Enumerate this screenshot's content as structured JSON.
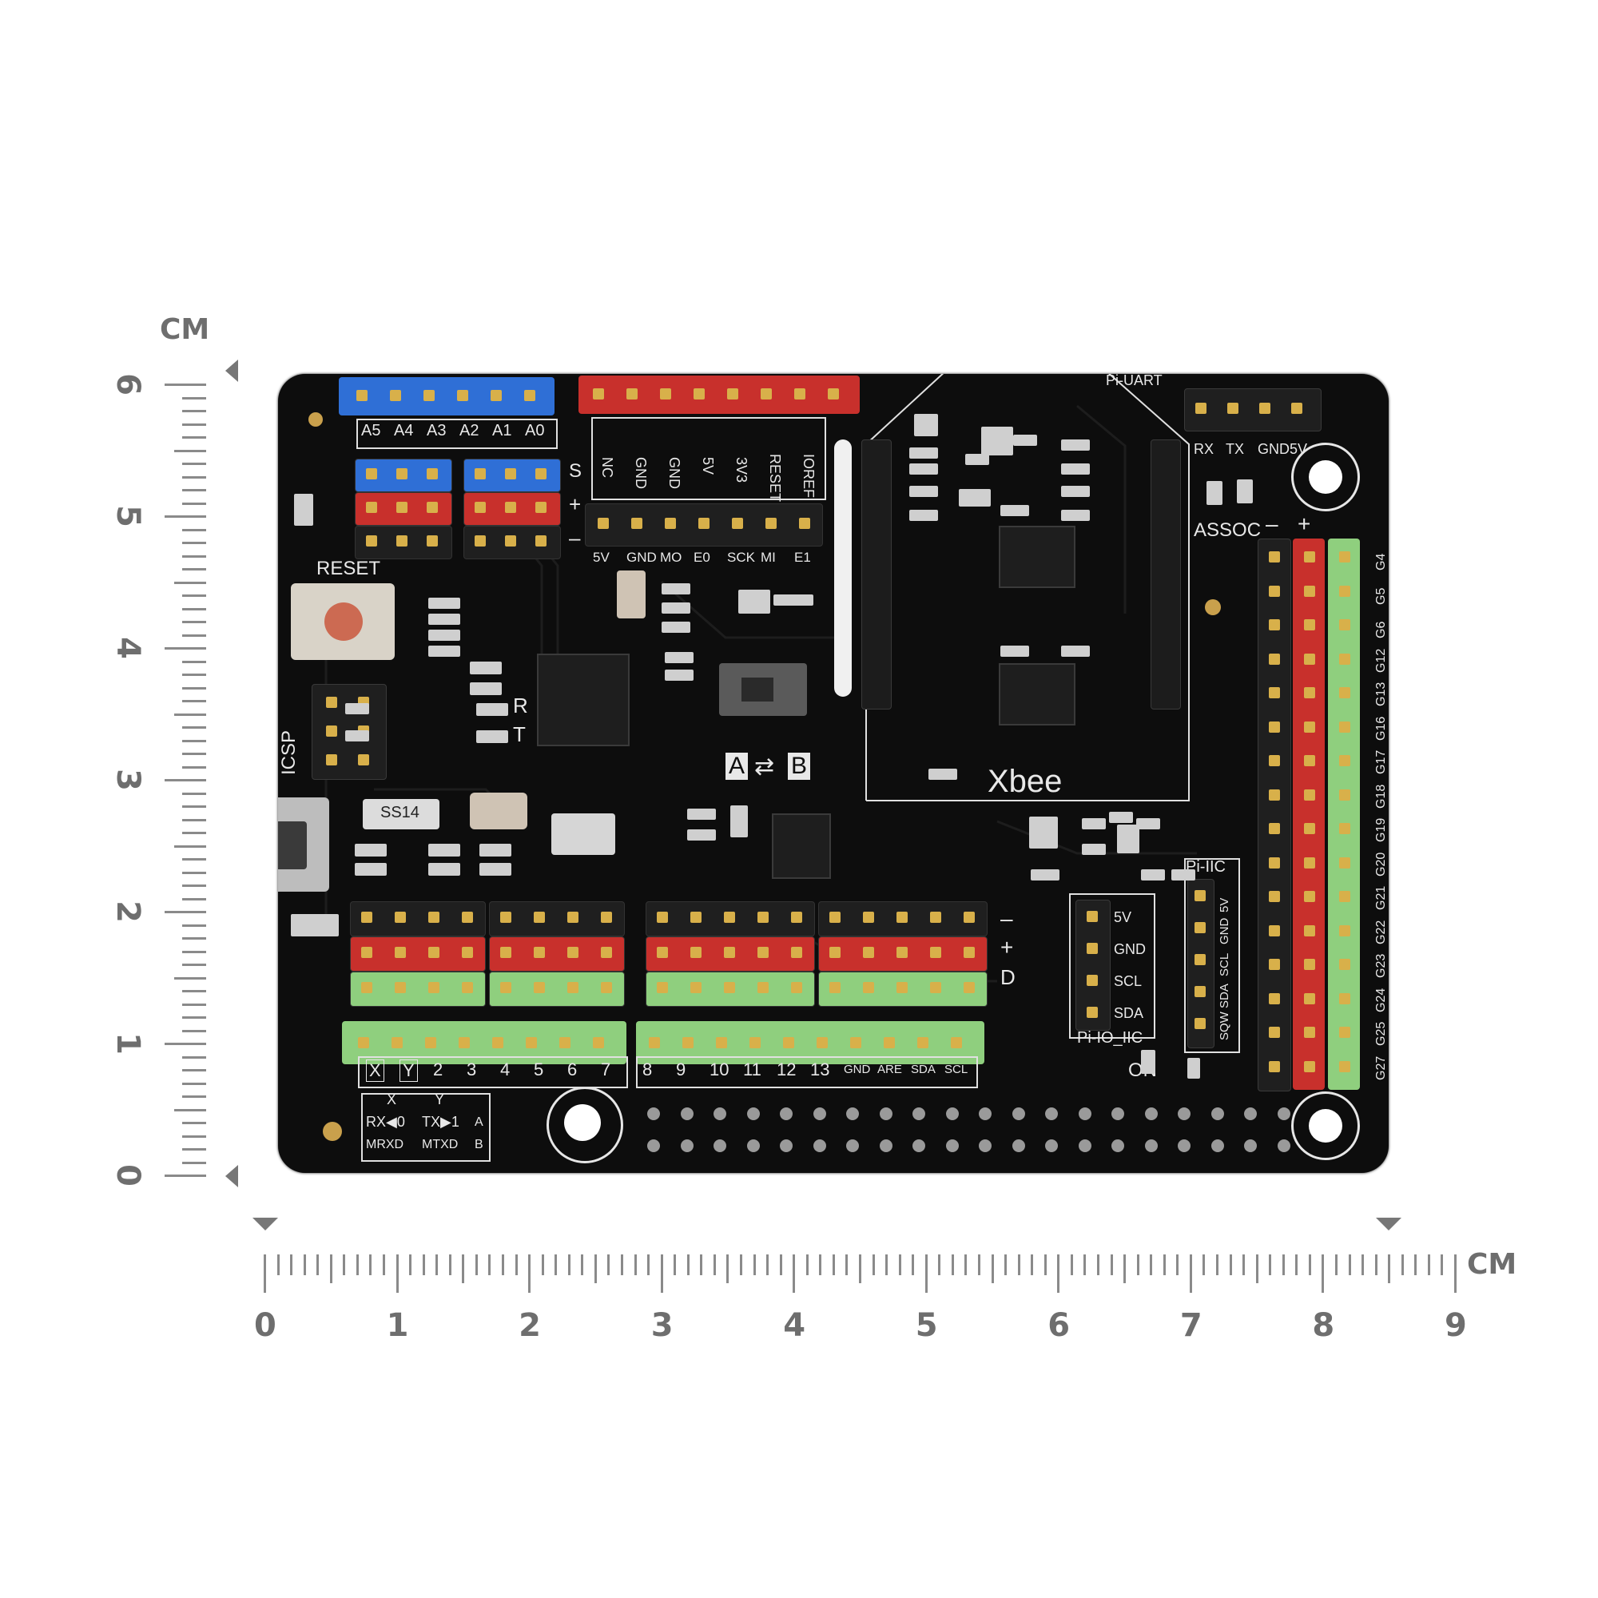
{
  "scale": {
    "unit_label": "CM",
    "horizontal_ticks": [
      "0",
      "1",
      "2",
      "3",
      "4",
      "5",
      "6",
      "7",
      "8",
      "9"
    ],
    "vertical_ticks": [
      "6",
      "5",
      "4",
      "3",
      "2",
      "1",
      "0"
    ]
  },
  "board": {
    "analog_labels": [
      "A5",
      "A4",
      "A3",
      "A2",
      "A1",
      "A0"
    ],
    "power_labels": [
      "NC",
      "GND",
      "GND",
      "5V",
      "3V3",
      "RESET",
      "IOREF"
    ],
    "spi_labels": [
      "5V",
      "GND",
      "MO",
      "E0",
      "SCK",
      "MI",
      "E1"
    ],
    "row_marks": {
      "s": "S",
      "plus": "+",
      "minus": "–"
    },
    "reset_label": "RESET",
    "icsp_label": "ICSP",
    "led_r": "R",
    "led_t": "T",
    "switch_label": {
      "a": "A",
      "b": "B"
    },
    "xbee_label": "Xbee",
    "diode_label": "SS14",
    "pi_uart": {
      "title": "Pi-UART",
      "pins": [
        "RX",
        "TX",
        "GND",
        "5V"
      ]
    },
    "assoc_label": "ASSOC",
    "right_polarity": {
      "minus": "–",
      "plus": "+"
    },
    "gpio_labels": [
      "G4",
      "G5",
      "G6",
      "G12",
      "G13",
      "G16",
      "G17",
      "G18",
      "G19",
      "G20",
      "G21",
      "G22",
      "G23",
      "G24",
      "G25",
      "G27"
    ],
    "digital_labels_left": [
      "X",
      "Y",
      "2",
      "3",
      "4",
      "5",
      "6",
      "7"
    ],
    "digital_labels_right": [
      "8",
      "9",
      "10",
      "11",
      "12",
      "13",
      "GND",
      "ARE",
      "SDA",
      "SCL"
    ],
    "legend": {
      "x": "X",
      "y": "Y",
      "rx": "RX◀0",
      "tx": "TX▶1",
      "mrxd": "MRXD",
      "mtxd": "MTXD",
      "a": "A",
      "b": "B"
    },
    "side_marks": {
      "minus": "–",
      "plus": "+",
      "d": "D"
    },
    "pi_io_iic": {
      "title": "Pi-IO_IIC",
      "pins": [
        "5V",
        "GND",
        "SCL",
        "SDA"
      ]
    },
    "pi_iic": {
      "title": "Pi-IIC",
      "pins": [
        "5V",
        "GND",
        "SCL",
        "SDA",
        "SQW"
      ]
    },
    "on_label": "ON"
  },
  "colors": {
    "blue_header": "#2f6fd6",
    "red_header": "#c8302c",
    "green_header": "#8fcf7e",
    "black_header": "#1f1f1f",
    "pcb": "#0d0d0d",
    "silkscreen": "#e8e8e8",
    "ruler": "#6e6e6e"
  }
}
